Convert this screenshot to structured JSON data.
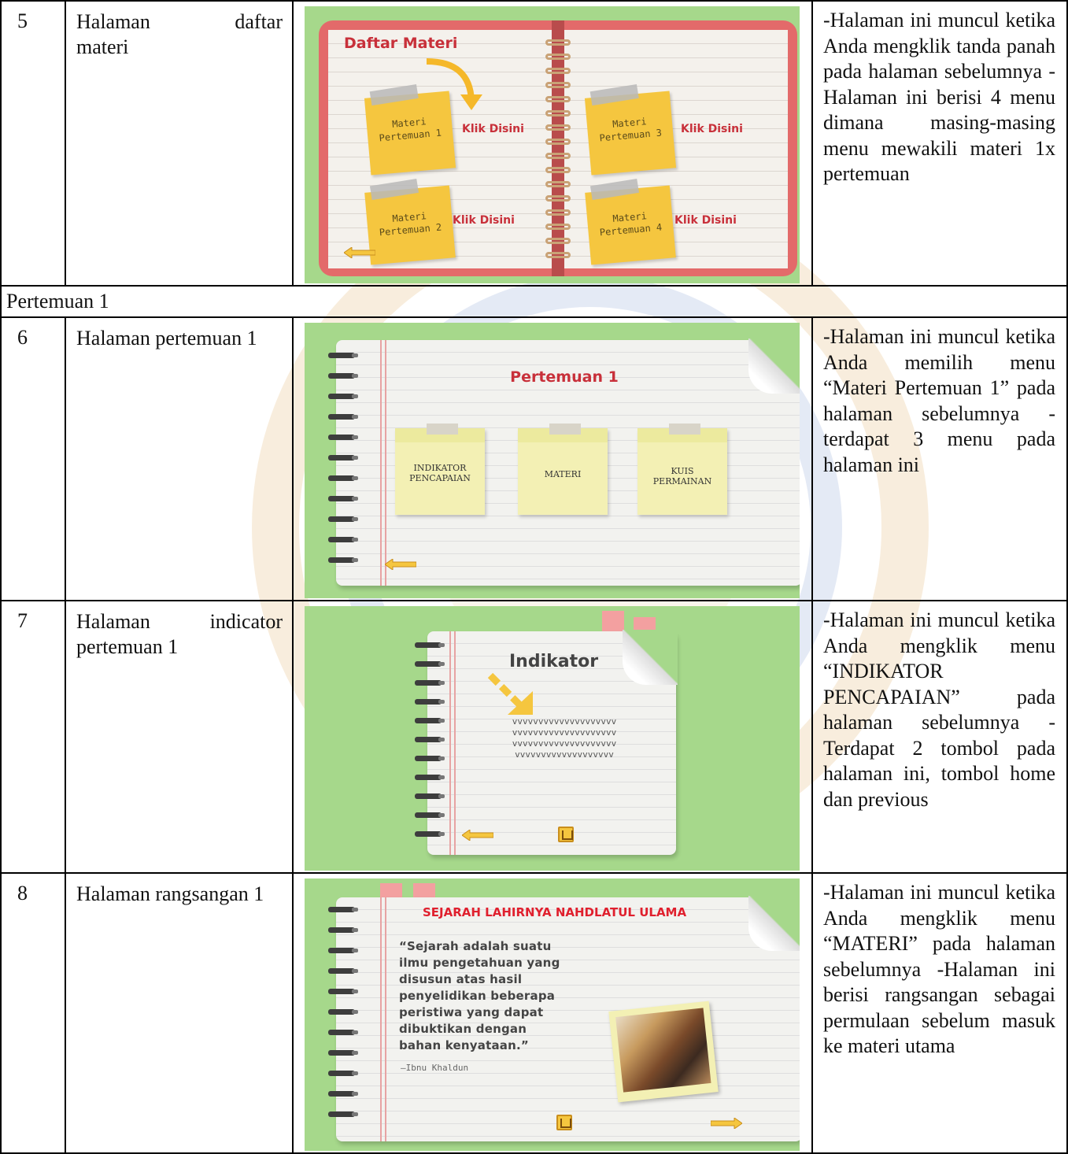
{
  "rows": [
    {
      "num": "5",
      "title_line1": "Halaman daftar",
      "title_line2": "materi",
      "screen": {
        "heading": "Daftar Materi",
        "notes": [
          {
            "line1": "Materi",
            "line2": "Pertemuan 1",
            "action": "Klik Disini"
          },
          {
            "line1": "Materi",
            "line2": "Pertemuan 2",
            "action": "Klik Disini"
          },
          {
            "line1": "Materi",
            "line2": "Pertemuan 3",
            "action": "Klik Disini"
          },
          {
            "line1": "Materi",
            "line2": "Pertemuan 4",
            "action": "Klik Disini"
          }
        ]
      },
      "desc": "-Halaman ini muncul ketika Anda mengklik tanda panah pada halaman sebelumnya -Halaman ini berisi 4 menu dimana masing-masing menu mewakili materi 1x pertemuan"
    },
    {
      "num": "6",
      "title": "Halaman pertemuan 1",
      "screen": {
        "heading": "Pertemuan 1",
        "menu": [
          {
            "line1": "INDIKATOR",
            "line2": "PENCAPAIAN"
          },
          {
            "line1": "MATERI",
            "line2": ""
          },
          {
            "line1": "KUIS",
            "line2": "PERMAINAN"
          }
        ]
      },
      "desc": "-Halaman ini muncul ketika Anda memilih menu “Materi Pertemuan 1” pada halaman sebelumnya -terdapat 3 menu pada halaman ini"
    },
    {
      "num": "7",
      "title": "Halaman indicator pertemuan 1",
      "screen": {
        "heading": "Indikator",
        "lines": [
          "vvvvvvvvvvvvvvvvvvvv",
          "vvvvvvvvvvvvvvvvvvvv",
          "vvvvvvvvvvvvvvvvvvvv",
          "vvvvvvvvvvvvvvvvvvv"
        ]
      },
      "desc": "-Halaman ini muncul ketika Anda mengklik menu “INDIKATOR PENCAPAIAN” pada halaman sebelumnya -Terdapat 2 tombol pada halaman ini, tombol home dan previous"
    },
    {
      "num": "8",
      "title": "Halaman rangsangan 1",
      "screen": {
        "heading": "SEJARAH LAHIRNYA NAHDLATUL ULAMA",
        "quote": [
          "“Sejarah adalah suatu",
          "ilmu pengetahuan yang",
          "disusun atas hasil",
          "penyelidikan beberapa",
          "peristiwa yang dapat",
          "dibuktikan dengan",
          "bahan kenyataan.”"
        ],
        "author": "—Ibnu Khaldun"
      },
      "desc": "-Halaman ini muncul ketika Anda mengklik menu “MATERI” pada halaman sebelumnya -Halaman ini berisi rangsangan sebagai permulaan sebelum masuk ke materi utama"
    }
  ],
  "section": "Pertemuan 1",
  "colors": {
    "green": "#a6d88b",
    "red": "#e36a6a",
    "note": "#f5c63f",
    "title_red": "#c8303a"
  }
}
